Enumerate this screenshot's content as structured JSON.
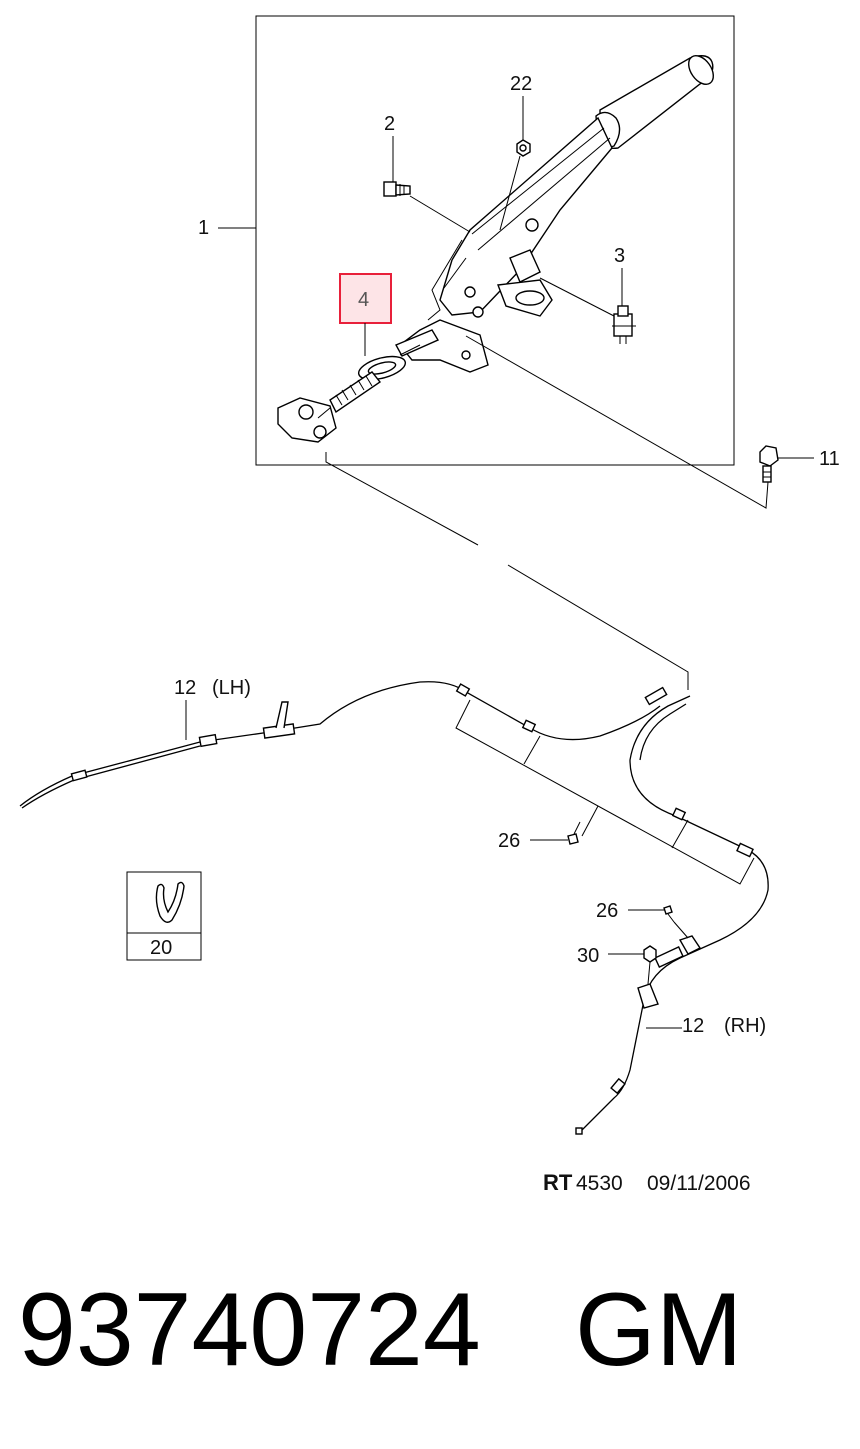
{
  "diagram": {
    "callouts": {
      "c1": "1",
      "c2": "2",
      "c22": "22",
      "c3": "3",
      "c4": "4",
      "c11": "11",
      "c12_lh_num": "12",
      "c12_lh_side": "(LH)",
      "c26_a": "26",
      "c26_b": "26",
      "c30": "30",
      "c12_rh_num": "12",
      "c12_rh_side": "(RH)",
      "c20": "20"
    },
    "drawing_code_prefix": "RT",
    "drawing_code_number": "4530",
    "drawing_date": "09/11/2006",
    "highlight_color": "#e8203a",
    "highlight_fill": "#fde4e7"
  },
  "footer": {
    "part_number": "93740724",
    "brand": "GM"
  }
}
